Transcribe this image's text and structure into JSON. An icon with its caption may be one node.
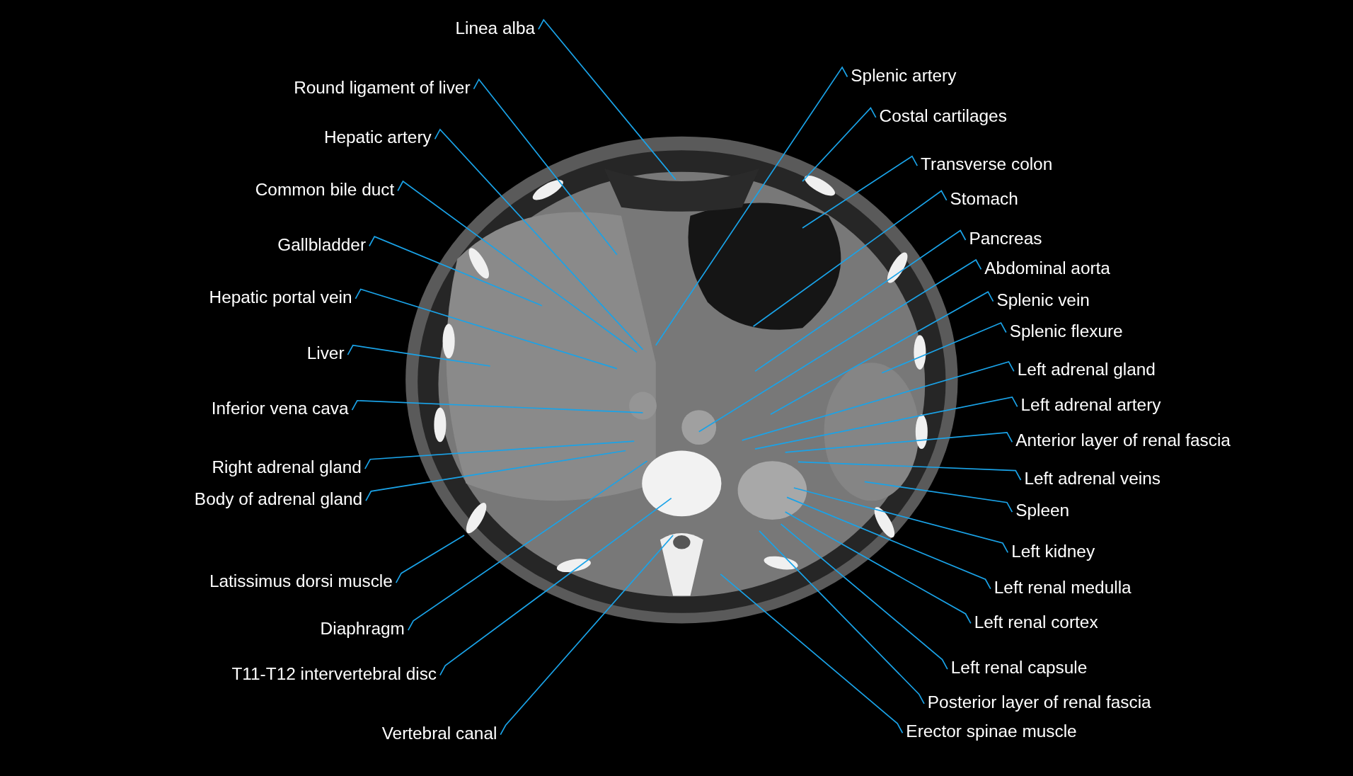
{
  "diagram": {
    "nodes": [
      {
        "text": [
          "Linea alba"
        ]
      },
      {
        "text": [
          "Round ligament of liver"
        ]
      },
      {
        "text": [
          "Hepatic artery"
        ]
      },
      {
        "text": [
          "Common bile duct"
        ]
      },
      {
        "text": [
          "Gallbladder"
        ]
      },
      {
        "text": [
          "Hepatic portal vein"
        ]
      },
      {
        "text": [
          "Liver"
        ]
      },
      {
        "text": [
          "Inferior vena cava"
        ]
      },
      {
        "text": [
          "Right adrenal gland"
        ]
      },
      {
        "text": [
          "Body of adrenal gland"
        ]
      },
      {
        "text": [
          "Latissimus dorsi muscle"
        ]
      },
      {
        "text": [
          "Diaphragm"
        ]
      },
      {
        "text": [
          "T11-T12 intervertebral disc"
        ]
      },
      {
        "text": [
          "Vertebral canal"
        ]
      },
      {
        "text": [
          "Splenic artery"
        ]
      },
      {
        "text": [
          "Costal cartilages"
        ]
      },
      {
        "text": [
          "Transverse colon"
        ]
      },
      {
        "text": [
          "Stomach"
        ]
      },
      {
        "text": [
          "Pancreas"
        ]
      },
      {
        "text": [
          "Abdominal aorta"
        ]
      },
      {
        "text": [
          "Splenic vein"
        ]
      },
      {
        "text": [
          "Splenic flexure"
        ]
      },
      {
        "text": [
          "Left adrenal gland"
        ]
      },
      {
        "text": [
          "Left adrenal artery"
        ]
      },
      {
        "text": [
          "Anterior layer of renal fascia"
        ]
      },
      {
        "text": [
          "Left adrenal veins"
        ]
      },
      {
        "text": [
          "Spleen"
        ]
      },
      {
        "text": [
          "Left kidney"
        ]
      },
      {
        "text": [
          "Left renal medulla"
        ]
      },
      {
        "text": [
          "Left renal cortex"
        ]
      },
      {
        "text": [
          "Left renal capsule"
        ]
      },
      {
        "text": [
          "Posterior layer of renal fascia"
        ]
      },
      {
        "text": [
          "Erector spinae muscle"
        ]
      }
    ],
    "edges": [
      {
        "from": 0,
        "to": null,
        "arrow": "none"
      },
      {
        "from": 1,
        "to": null,
        "arrow": "none"
      },
      {
        "from": 2,
        "to": null,
        "arrow": "none"
      },
      {
        "from": 3,
        "to": null,
        "arrow": "none"
      },
      {
        "from": 4,
        "to": null,
        "arrow": "none"
      },
      {
        "from": 5,
        "to": null,
        "arrow": "none"
      },
      {
        "from": 6,
        "to": null,
        "arrow": "none"
      },
      {
        "from": 7,
        "to": null,
        "arrow": "none"
      },
      {
        "from": 8,
        "to": null,
        "arrow": "none"
      },
      {
        "from": 9,
        "to": null,
        "arrow": "none"
      },
      {
        "from": 10,
        "to": null,
        "arrow": "none"
      },
      {
        "from": 11,
        "to": null,
        "arrow": "none"
      },
      {
        "from": 12,
        "to": null,
        "arrow": "none"
      },
      {
        "from": 13,
        "to": null,
        "arrow": "none"
      },
      {
        "from": 14,
        "to": null,
        "arrow": "none"
      },
      {
        "from": 15,
        "to": null,
        "arrow": "none"
      },
      {
        "from": 16,
        "to": null,
        "arrow": "none"
      },
      {
        "from": 17,
        "to": null,
        "arrow": "none"
      },
      {
        "from": 18,
        "to": null,
        "arrow": "none"
      },
      {
        "from": 19,
        "to": null,
        "arrow": "none"
      },
      {
        "from": 20,
        "to": null,
        "arrow": "none"
      },
      {
        "from": 21,
        "to": null,
        "arrow": "none"
      },
      {
        "from": 22,
        "to": null,
        "arrow": "none"
      },
      {
        "from": 23,
        "to": null,
        "arrow": "none"
      },
      {
        "from": 24,
        "to": null,
        "arrow": "none"
      },
      {
        "from": 25,
        "to": null,
        "arrow": "none"
      },
      {
        "from": 26,
        "to": null,
        "arrow": "none"
      },
      {
        "from": 27,
        "to": null,
        "arrow": "none"
      },
      {
        "from": 28,
        "to": null,
        "arrow": "none"
      },
      {
        "from": 29,
        "to": null,
        "arrow": "none"
      },
      {
        "from": 30,
        "to": null,
        "arrow": "none"
      },
      {
        "from": 31,
        "to": null,
        "arrow": "none"
      },
      {
        "from": 32,
        "to": null,
        "arrow": "none"
      }
    ]
  }
}
